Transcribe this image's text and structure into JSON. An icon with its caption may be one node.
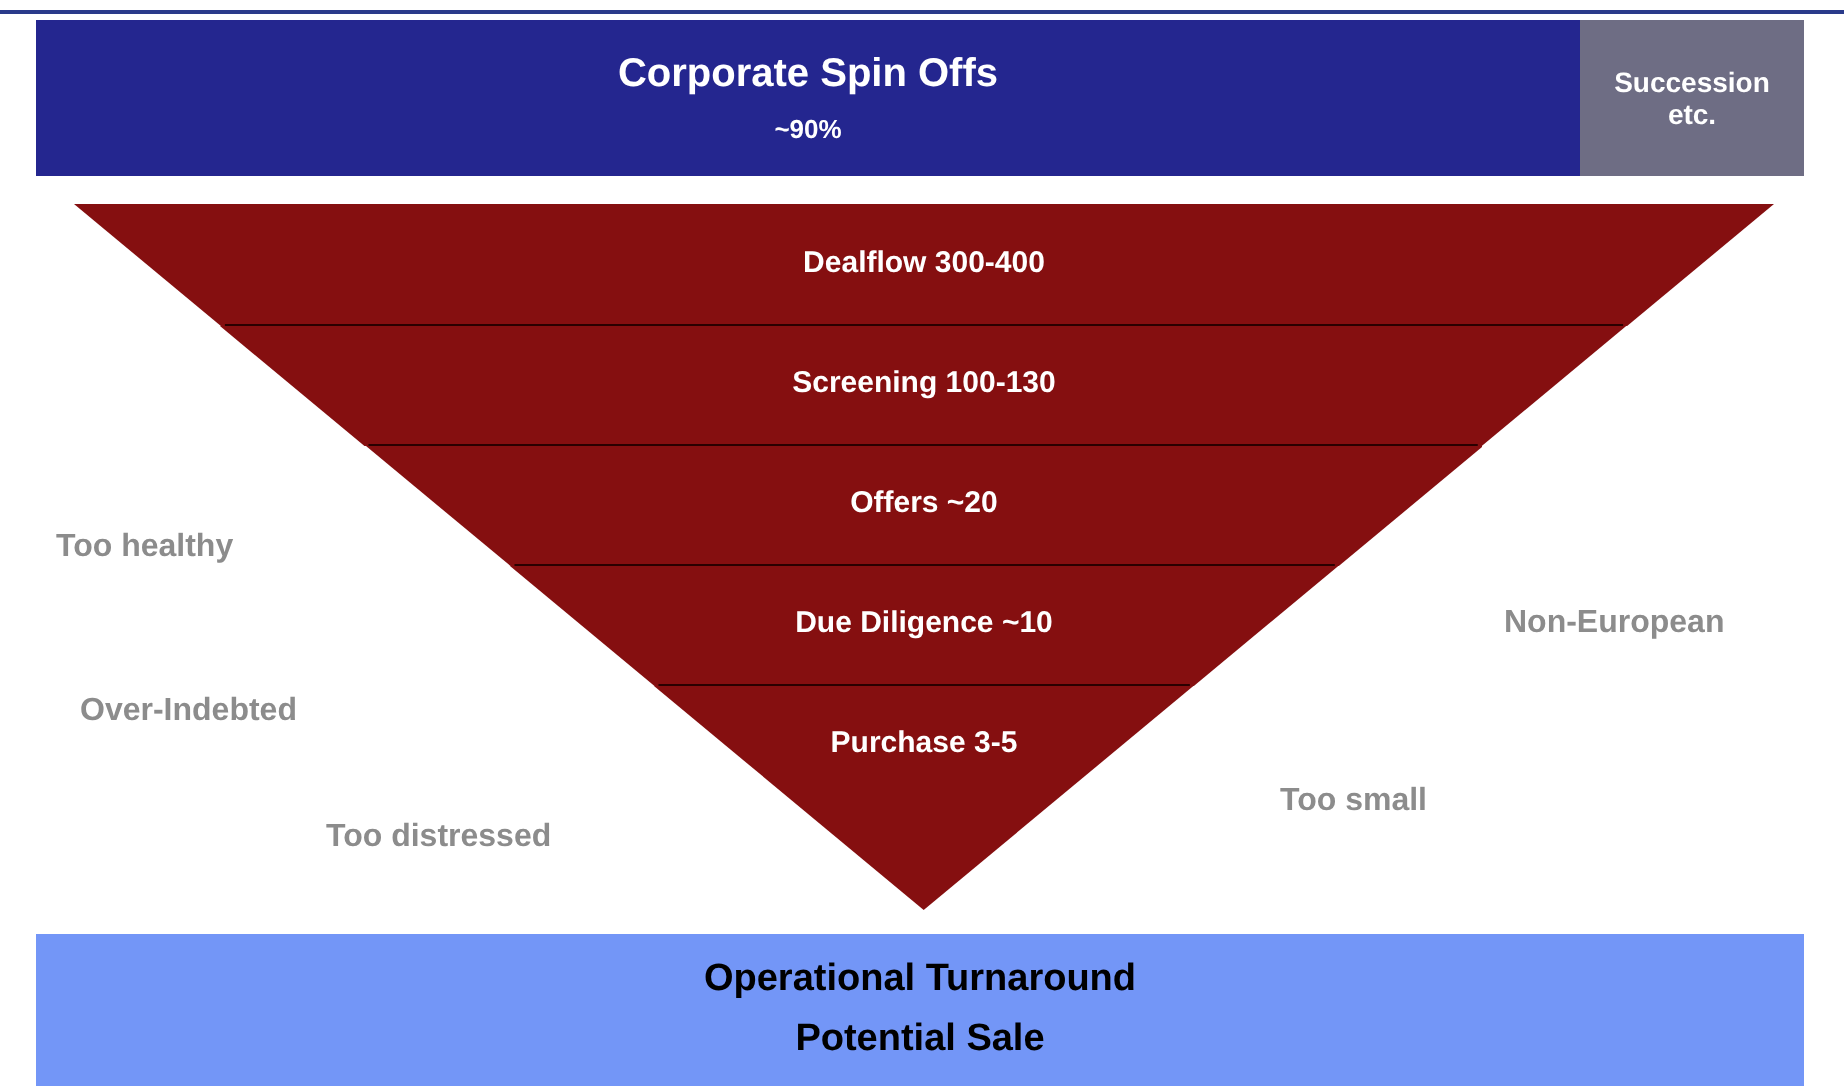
{
  "diagram": {
    "nodes": [
      {
        "text": [
          "Corporate Spin Offs",
          "~90%"
        ]
      },
      {
        "text": [
          "Succession etc."
        ]
      },
      {
        "text": [
          "Dealflow 300-400"
        ]
      },
      {
        "text": [
          "Screening 100-130"
        ]
      },
      {
        "text": [
          "Offers ~20"
        ]
      },
      {
        "text": [
          "Due Diligence ~10"
        ]
      },
      {
        "text": [
          "Purchase 3-5"
        ]
      },
      {
        "text": [
          "Operational Turnaround",
          "Potential Sale"
        ]
      }
    ],
    "edges": [],
    "labels": [
      "Too healthy",
      "Non-European",
      "Over-Indebted",
      "Too small",
      "Too distressed"
    ]
  }
}
